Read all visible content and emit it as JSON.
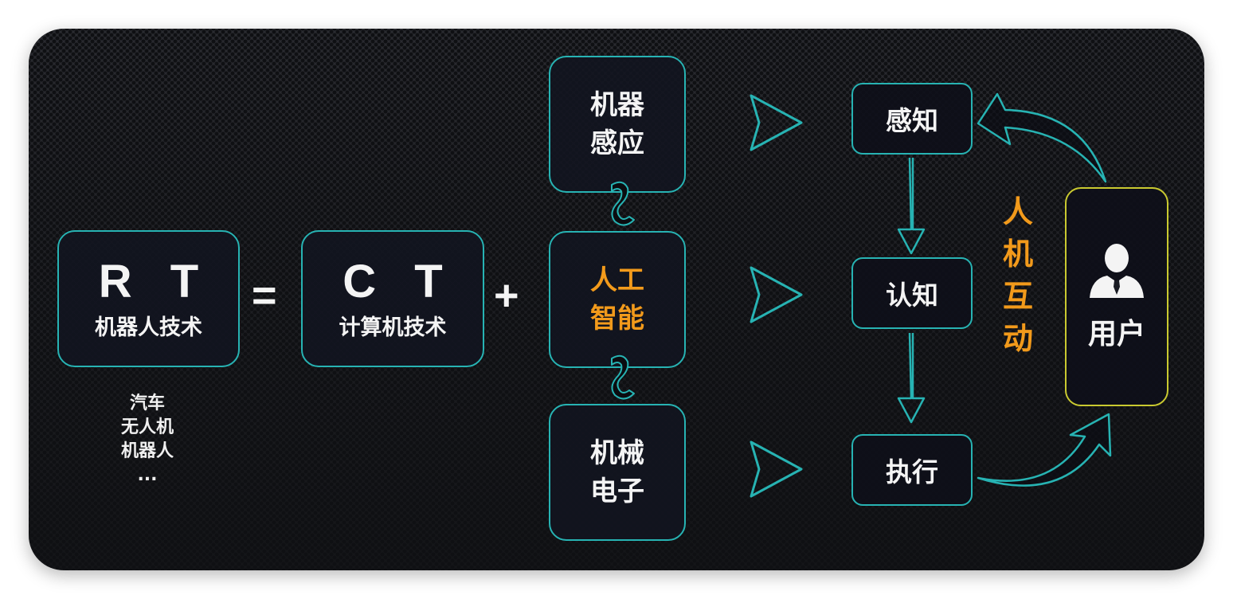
{
  "colors": {
    "accent_cyan": "#27b3b3",
    "accent_orange": "#f29a1b",
    "user_border": "#c9c930",
    "text": "#f4f4f4",
    "background": "#1d1e22"
  },
  "equation": {
    "rt": {
      "abbr": "R T",
      "label": "机器人技术"
    },
    "equals": "=",
    "ct": {
      "abbr": "C T",
      "label": "计算机技术"
    },
    "plus": "+"
  },
  "examples": [
    "汽车",
    "无人机",
    "机器人",
    "..."
  ],
  "components": [
    {
      "line1": "机器",
      "line2": "感应",
      "highlight": false
    },
    {
      "line1": "人工",
      "line2": "智能",
      "highlight": true
    },
    {
      "line1": "机械",
      "line2": "电子",
      "highlight": false
    }
  ],
  "connector_icons": [
    "link-icon",
    "link-icon"
  ],
  "pointer_icons": [
    "triangle-arrow-icon",
    "triangle-arrow-icon",
    "triangle-arrow-icon"
  ],
  "process_steps": [
    "感知",
    "认知",
    "执行"
  ],
  "interaction_label": [
    "人",
    "机",
    "互",
    "动"
  ],
  "user": {
    "icon": "user-icon",
    "label": "用户"
  }
}
